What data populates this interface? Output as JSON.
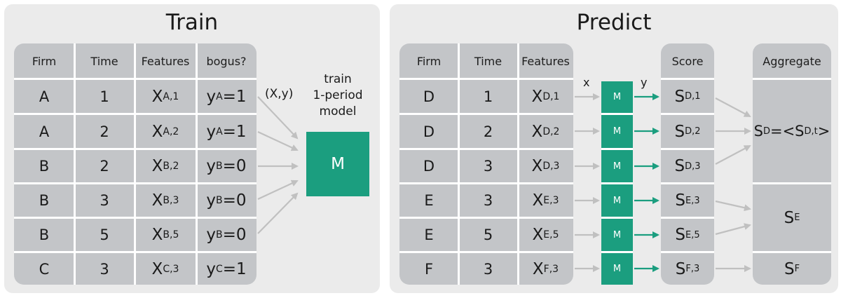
{
  "train": {
    "title": "Train",
    "headers": [
      "Firm",
      "Time",
      "Features",
      "bogus?"
    ],
    "rows": [
      {
        "firm": "A",
        "time": "1",
        "feat_base": "X",
        "feat_sub": "A,1",
        "label_base": "y",
        "label_sub": "A",
        "label_val": "=1"
      },
      {
        "firm": "A",
        "time": "2",
        "feat_base": "X",
        "feat_sub": "A,2",
        "label_base": "y",
        "label_sub": "A",
        "label_val": "=1"
      },
      {
        "firm": "B",
        "time": "2",
        "feat_base": "X",
        "feat_sub": "B,2",
        "label_base": "y",
        "label_sub": "B",
        "label_val": "=0"
      },
      {
        "firm": "B",
        "time": "3",
        "feat_base": "X",
        "feat_sub": "B,3",
        "label_base": "y",
        "label_sub": "B",
        "label_val": "=0"
      },
      {
        "firm": "B",
        "time": "5",
        "feat_base": "X",
        "feat_sub": "B,5",
        "label_base": "y",
        "label_sub": "B",
        "label_val": "=0"
      },
      {
        "firm": "C",
        "time": "3",
        "feat_base": "X",
        "feat_sub": "C,3",
        "label_base": "y",
        "label_sub": "C",
        "label_val": "=1"
      }
    ],
    "xy_label": "(X,y)",
    "model_caption": [
      "train",
      "1-period",
      "model"
    ],
    "model_label": "M"
  },
  "predict": {
    "title": "Predict",
    "headers": [
      "Firm",
      "Time",
      "Features",
      "Score",
      "Aggregate"
    ],
    "x_label": "x",
    "y_label": "y",
    "model_label": "M",
    "rows": [
      {
        "firm": "D",
        "time": "1",
        "feat_base": "X",
        "feat_sub": "D,1",
        "score_base": "S",
        "score_sub": "D,1"
      },
      {
        "firm": "D",
        "time": "2",
        "feat_base": "X",
        "feat_sub": "D,2",
        "score_base": "S",
        "score_sub": "D,2"
      },
      {
        "firm": "D",
        "time": "3",
        "feat_base": "X",
        "feat_sub": "D,3",
        "score_base": "S",
        "score_sub": "D,3"
      },
      {
        "firm": "E",
        "time": "3",
        "feat_base": "X",
        "feat_sub": "E,3",
        "score_base": "S",
        "score_sub": "E,3"
      },
      {
        "firm": "E",
        "time": "5",
        "feat_base": "X",
        "feat_sub": "E,5",
        "score_base": "S",
        "score_sub": "E,5"
      },
      {
        "firm": "F",
        "time": "3",
        "feat_base": "X",
        "feat_sub": "F,3",
        "score_base": "S",
        "score_sub": "F,3"
      }
    ],
    "aggregates": [
      {
        "p1": "S",
        "sub1": "D",
        "p2": "=<S",
        "sub2": "D,t",
        "p3": ">"
      },
      {
        "p1": "S",
        "sub1": "E"
      },
      {
        "p1": "S",
        "sub1": "F"
      }
    ]
  },
  "colors": {
    "panel": "#ebebeb",
    "column": "#c3c5c8",
    "model": "#1b9e7f",
    "arrow_gray": "#c0c0c0",
    "arrow_green": "#1b9e7f"
  }
}
